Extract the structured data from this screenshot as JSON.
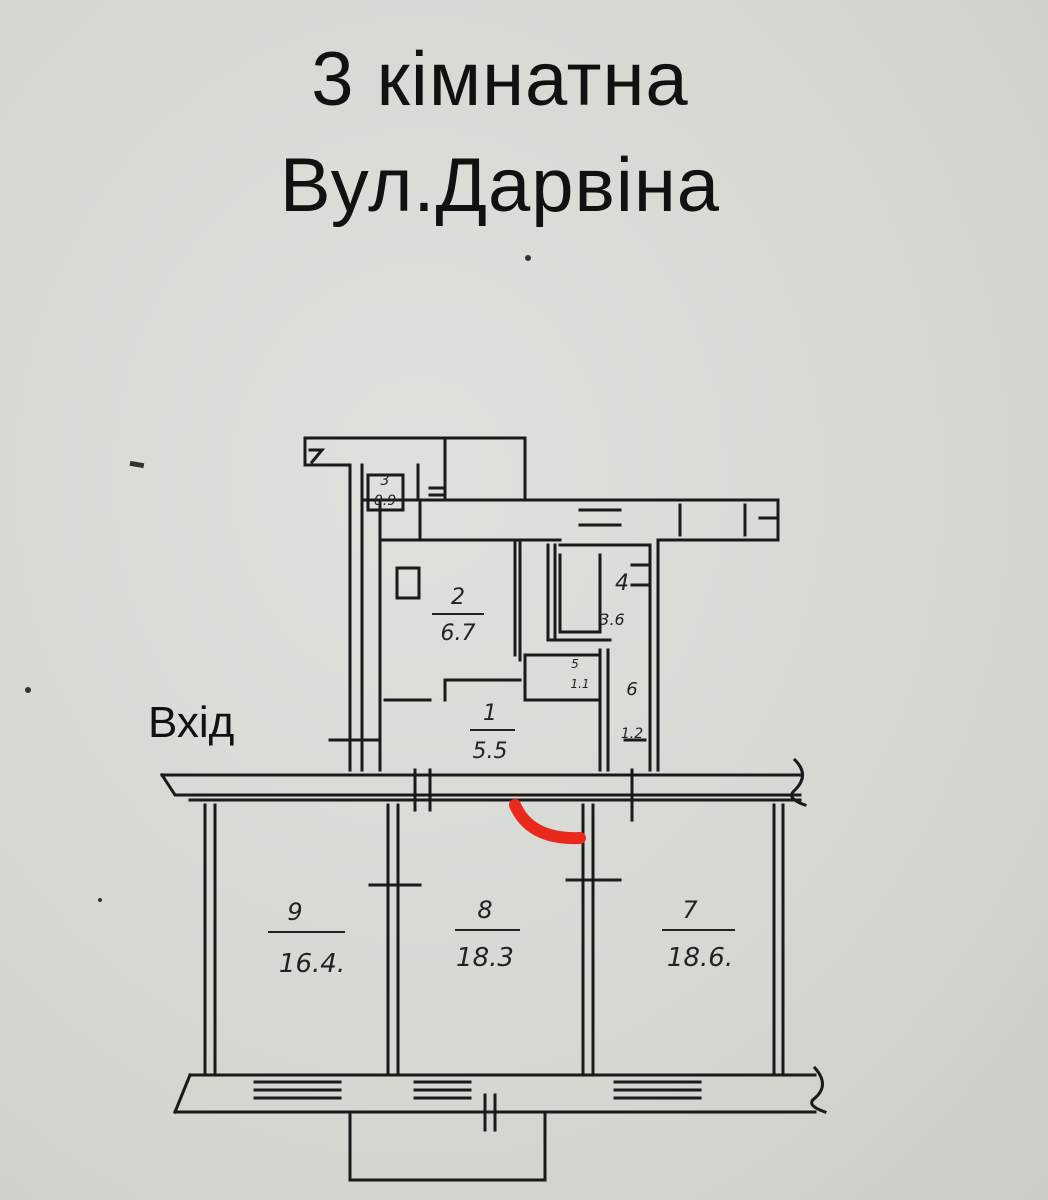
{
  "title": {
    "line1": "3 кімнатна",
    "line2": "Вул.Дарвіна"
  },
  "entrance_label": "Вхід",
  "rooms": [
    {
      "number": "1",
      "area": "5.5"
    },
    {
      "number": "2",
      "area": "6.7"
    },
    {
      "number": "3",
      "area": "0.9"
    },
    {
      "number": "4",
      "area": "3.6"
    },
    {
      "number": "5",
      "area": "1.1"
    },
    {
      "number": "6",
      "area": "1.2"
    },
    {
      "number": "7",
      "area": "18.6."
    },
    {
      "number": "8",
      "area": "18.3"
    },
    {
      "number": "9",
      "area": "16.4."
    }
  ],
  "colors": {
    "paper": "#d6d8d2",
    "ink": "#1a1a1a",
    "marker": "#e8291c"
  }
}
